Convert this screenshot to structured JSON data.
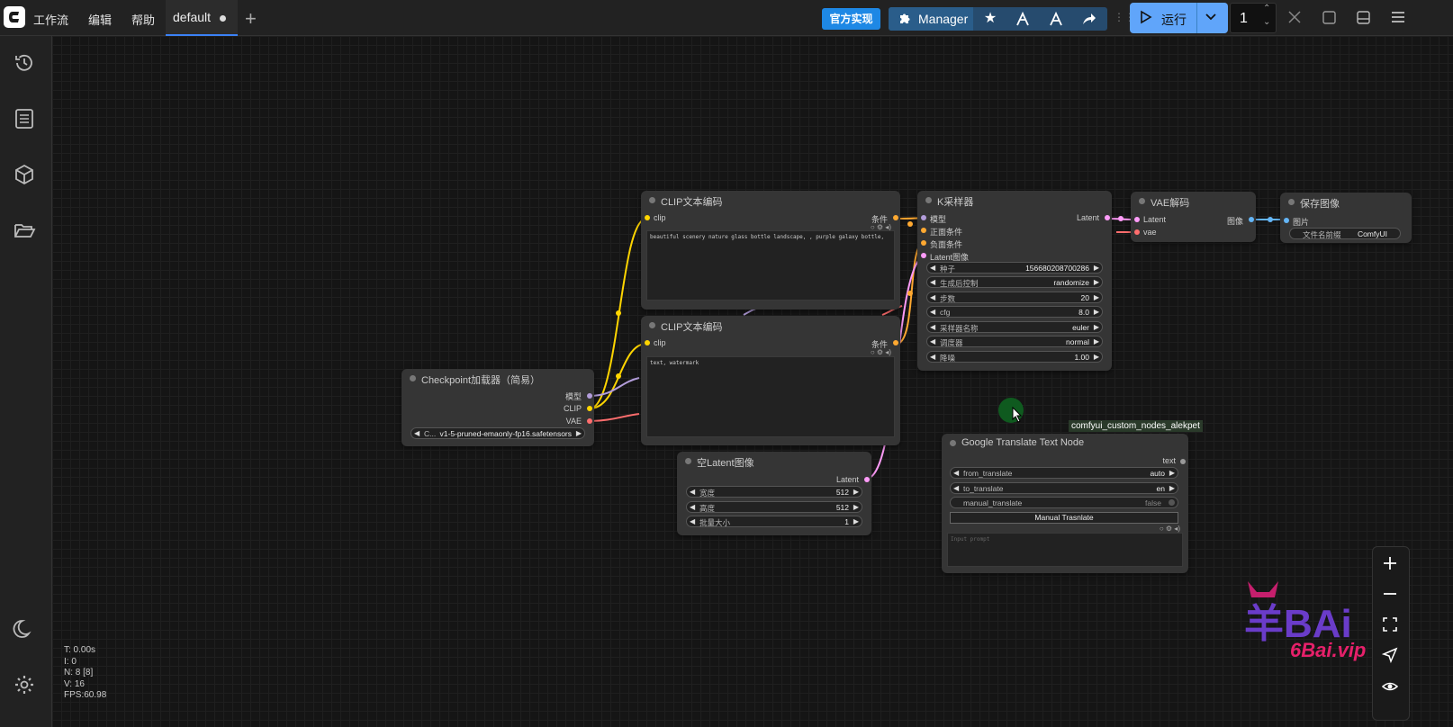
{
  "menu": {
    "workflow": "工作流",
    "edit": "编辑",
    "help": "帮助"
  },
  "tab": {
    "name": "default"
  },
  "topbar": {
    "official_label": "官方实现",
    "manager_label": "Manager",
    "run_label": "运行",
    "queue_count": "1"
  },
  "nodes": {
    "clip1": {
      "title": "CLIP文本编码",
      "in_clip": "clip",
      "out": "条件",
      "text": "beautiful scenery nature glass bottle landscape, , purple galaxy bottle,"
    },
    "clip2": {
      "title": "CLIP文本编码",
      "in_clip": "clip",
      "out": "条件",
      "text": "text, watermark"
    },
    "checkpoint": {
      "title": "Checkpoint加载器（简易）",
      "out_model": "模型",
      "out_clip": "CLIP",
      "out_vae": "VAE",
      "ckpt_prefix": "C...",
      "ckpt_value": "v1-5-pruned-emaonly-fp16.safetensors"
    },
    "ksampler": {
      "title": "K采样器",
      "in_model": "模型",
      "in_pos": "正面条件",
      "in_neg": "负面条件",
      "in_latent": "Latent图像",
      "out_latent": "Latent",
      "widgets": [
        {
          "label": "种子",
          "value": "156680208700286"
        },
        {
          "label": "生成后控制",
          "value": "randomize"
        },
        {
          "label": "步数",
          "value": "20"
        },
        {
          "label": "cfg",
          "value": "8.0"
        },
        {
          "label": "采样器名称",
          "value": "euler"
        },
        {
          "label": "调度器",
          "value": "normal"
        },
        {
          "label": "降噪",
          "value": "1.00"
        }
      ]
    },
    "vae": {
      "title": "VAE解码",
      "in_latent": "Latent",
      "in_vae": "vae",
      "out": "图像"
    },
    "save": {
      "title": "保存图像",
      "in_images": "图片",
      "prefix_label": "文件名前缀",
      "prefix_value": "ComfyUI"
    },
    "latent": {
      "title": "空Latent图像",
      "out": "Latent",
      "widgets": [
        {
          "label": "宽度",
          "value": "512"
        },
        {
          "label": "高度",
          "value": "512"
        },
        {
          "label": "批量大小",
          "value": "1"
        }
      ]
    },
    "translate": {
      "badge": "comfyui_custom_nodes_alekpet",
      "title": "Google Translate Text Node",
      "out": "text",
      "from_label": "from_translate",
      "from_value": "auto",
      "to_label": "to_translate",
      "to_value": "en",
      "manual_label": "manual_translate",
      "manual_value": "false",
      "button": "Manual Trasnlate",
      "placeholder": "Input prompt"
    }
  },
  "stats": [
    "T: 0.00s",
    "I: 0",
    "N: 8 [8]",
    "V: 16",
    "FPS:60.98"
  ],
  "watermark": {
    "text": "6Bai.vip"
  },
  "colors": {
    "accent": "#60a5fa",
    "clip": "#ffd500",
    "vae": "#ff6e6e",
    "latent": "#ff9cf9",
    "model": "#b39ddb",
    "image": "#64b5f6",
    "conditioning": "#ffa931"
  }
}
